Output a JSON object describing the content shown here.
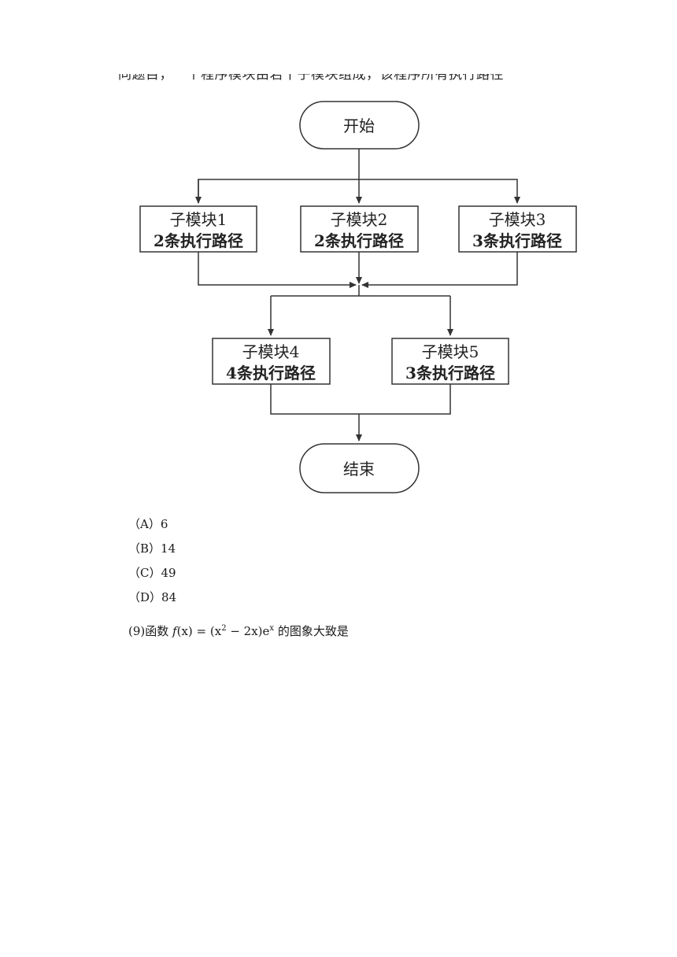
{
  "question_top_cut": "同题目，一个程序模块由若干子模块组成，该程序所有执行路径",
  "flowchart": {
    "start": "开始",
    "end": "结束",
    "modules": [
      {
        "name": "子模块",
        "num": "1",
        "paths_num": "2",
        "paths_suffix": "条执行路径"
      },
      {
        "name": "子模块",
        "num": "2",
        "paths_num": "2",
        "paths_suffix": "条执行路径"
      },
      {
        "name": "子模块",
        "num": "3",
        "paths_num": "3",
        "paths_suffix": "条执行路径"
      },
      {
        "name": "子模块",
        "num": "4",
        "paths_num": "4",
        "paths_suffix": "条执行路径"
      },
      {
        "name": "子模块",
        "num": "5",
        "paths_num": "3",
        "paths_suffix": "条执行路径"
      }
    ]
  },
  "options": [
    {
      "label": "（A）",
      "value": "6"
    },
    {
      "label": "（B）",
      "value": "14"
    },
    {
      "label": "（C）",
      "value": "49"
    },
    {
      "label": "（D）",
      "value": "84"
    }
  ],
  "question9": {
    "number": "(9)",
    "prefix": "函数",
    "func_name": "f",
    "func_arg": "(x)",
    "equals": " = (x",
    "sup1": "2",
    "mid": " − 2x)e",
    "sup2": "x",
    "suffix": "的图象大致是"
  }
}
